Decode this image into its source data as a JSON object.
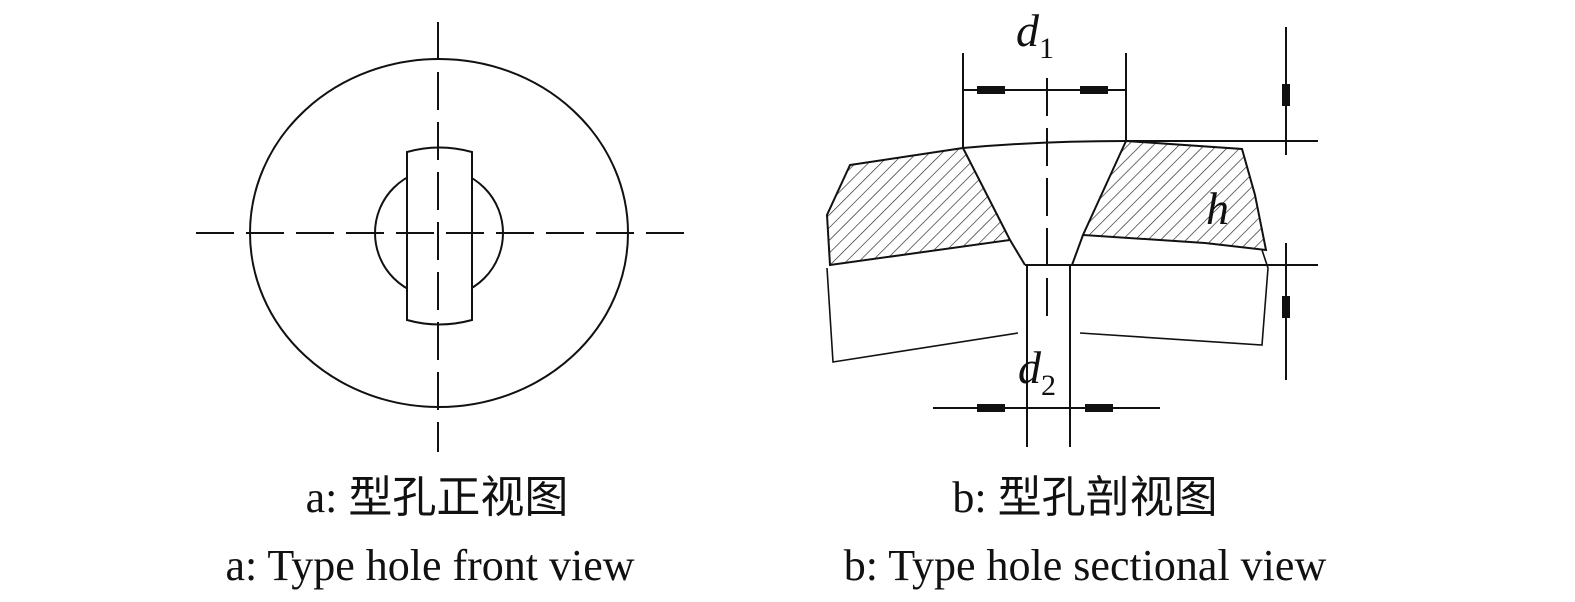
{
  "figure_a": {
    "caption_cn": "a: 型孔正视图",
    "caption_en": "a: Type hole front view"
  },
  "figure_b": {
    "caption_cn": "b: 型孔剖视图",
    "caption_en": "b: Type hole sectional view",
    "labels": {
      "d1": "d",
      "d1_sub": "1",
      "d2": "d",
      "d2_sub": "2",
      "h": "h"
    }
  },
  "colors": {
    "line": "#111111",
    "background": "#ffffff"
  }
}
